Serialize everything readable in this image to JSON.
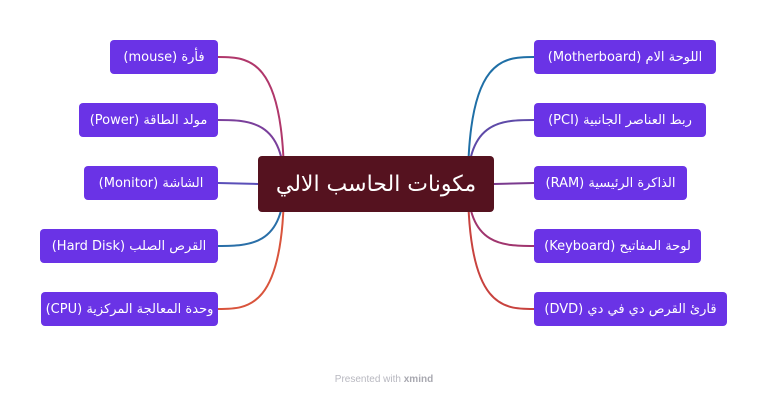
{
  "center_topic": "مكونات الحاسب الالي",
  "left_topics": [
    {
      "label": "(mouse) فأرة",
      "color": "#b0376b"
    },
    {
      "label": "(Power) مولد الطاقة",
      "color": "#7a3f9b"
    },
    {
      "label": "(Monitor) الشاشة",
      "color": "#5a4fb8"
    },
    {
      "label": "(Hard Disk) القرص الصلب",
      "color": "#2a6fa8"
    },
    {
      "label": "(CPU) وحدة المعالجة المركزية",
      "color": "#d9543c"
    }
  ],
  "right_topics": [
    {
      "label": "(Motherboard) اللوحة الام",
      "color": "#1f6fa6"
    },
    {
      "label": "(PCI) ربط العناصر الجانبية",
      "color": "#5e4aa8"
    },
    {
      "label": "(RAM) الذاكرة الرئيسية",
      "color": "#7a3a8e"
    },
    {
      "label": "(Keyboard) لوحة المفاتيح",
      "color": "#a0356e"
    },
    {
      "label": "(DVD) قارئ القرص دي في دي",
      "color": "#c8423e"
    }
  ],
  "footer": {
    "prefix": "Presented with",
    "brand": "xmind"
  }
}
